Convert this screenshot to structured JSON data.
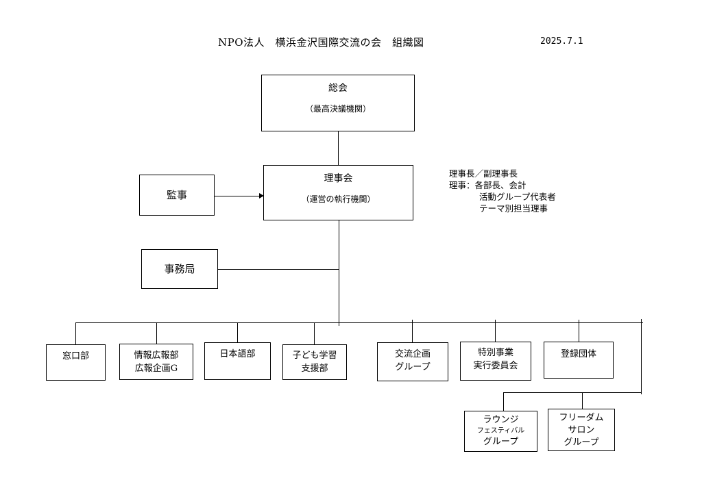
{
  "header": {
    "title": "NPO法人　横浜金沢国際交流の会　組織図",
    "date": "2025.7.1"
  },
  "top": {
    "soukai": {
      "name": "総会",
      "desc": "（最高決議機関）"
    },
    "rijikai": {
      "name": "理事会",
      "desc": "（運営の執行機関）"
    },
    "kanji": "監事",
    "jimukyoku": "事務局"
  },
  "notes": {
    "line1": "理事長／副理事長",
    "line2": "理事：各部長、会計",
    "line3": "活動グループ代表者",
    "line4": "テーマ別担当理事"
  },
  "departments": [
    {
      "line1": "窓口部",
      "line2": ""
    },
    {
      "line1": "情報広報部",
      "line2": "広報企画G"
    },
    {
      "line1": "日本語部",
      "line2": ""
    },
    {
      "line1": "子ども学習",
      "line2": "支援部"
    },
    {
      "line1": "交流企画",
      "line2": "グループ"
    },
    {
      "line1": "特別事業",
      "line2": "実行委員会"
    },
    {
      "line1": "登録団体",
      "line2": ""
    }
  ],
  "subgroups": [
    {
      "line1": "ラウンジ",
      "line2": "フェスティバル",
      "line3": "グループ"
    },
    {
      "line1": "フリーダム",
      "line2": "サロン",
      "line3": "グループ"
    }
  ]
}
